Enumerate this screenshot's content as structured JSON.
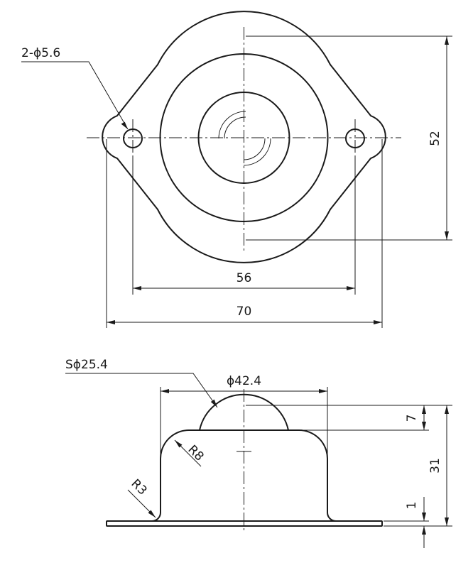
{
  "top_view": {
    "hole_callout": "2-ϕ5.6",
    "height_dim": "52",
    "hole_spacing_dim": "56",
    "width_dim": "70"
  },
  "side_view": {
    "ball_callout": "Sϕ25.4",
    "housing_dia_dim": "ϕ42.4",
    "ball_protrusion_dim": "7",
    "total_height_dim": "31",
    "flange_thickness_dim": "1",
    "fillet_upper": "R8",
    "fillet_lower": "R3"
  }
}
